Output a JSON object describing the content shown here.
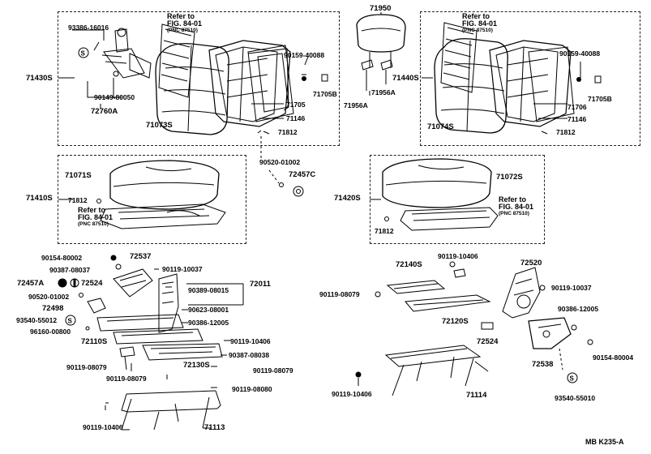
{
  "labels": {
    "p93386_16016": "93386-16016",
    "p71430S": "71430S",
    "p90149_80050": "90149-80050",
    "p72760A": "72760A",
    "p71073S": "71073S",
    "p90159_40088_l": "90159-40088",
    "p71705B_l": "71705B",
    "p71705_l": "71705",
    "p71146_l": "71146",
    "p71812_l": "71812",
    "p71950": "71950",
    "p71956A_a": "71956A",
    "p71956A_b": "71956A",
    "p71440S": "71440S",
    "p71074S": "71074S",
    "p90159_40088_r": "90159-40088",
    "p71705B_r": "71705B",
    "p71706_r": "71706",
    "p71146_r": "71146",
    "p71812_r": "71812",
    "p90520_01002_a": "90520-01002",
    "p72457C": "72457C",
    "p71071S": "71071S",
    "p71410S": "71410S",
    "p71812_m": "71812",
    "p71072S": "71072S",
    "p71420S": "71420S",
    "p71812_rm": "71812",
    "p90154_80002": "90154-80002",
    "p72537": "72537",
    "p90387_08037": "90387-08037",
    "p90119_10037_l": "90119-10037",
    "p72457A": "72457A",
    "p72524_l": "72524",
    "p72011": "72011",
    "p90389_08015": "90389-08015",
    "p90520_01002_b": "90520-01002",
    "p72498": "72498",
    "p90623_08001": "90623-08001",
    "p93540_55012": "93540-55012",
    "p90386_12005_l": "90386-12005",
    "p96160_00800": "96160-00800",
    "p72110S": "72110S",
    "p90119_10406_l1": "90119-10406",
    "p90387_08038": "90387-08038",
    "p90119_08079_l1": "90119-08079",
    "p72130S": "72130S",
    "p90119_08079_l2": "90119-08079",
    "p90119_08079_l3": "90119-08079",
    "p90119_08080": "90119-08080",
    "p90119_10406_l2": "90119-10406",
    "p71113": "71113",
    "p90119_10406_r1": "90119-10406",
    "p72140S": "72140S",
    "p72520": "72520",
    "p90119_08079_r": "90119-08079",
    "p90119_10037_r": "90119-10037",
    "p72120S": "72120S",
    "p90386_12005_r": "90386-12005",
    "p72524_r": "72524",
    "p90154_80004": "90154-80004",
    "p72538": "72538",
    "p90119_10406_r2": "90119-10406",
    "p71114": "71114",
    "p93540_55010": "93540-55010"
  },
  "references": [
    {
      "line1": "Refer to",
      "line2": "FIG. 84-01",
      "pnc": "(PNC 87510)"
    },
    {
      "line1": "Refer to",
      "line2": "FIG. 84-01",
      "pnc": "(PNC 87510)"
    },
    {
      "line1": "Refer to",
      "line2": "FIG. 84-01",
      "pnc": "(PNC 87510)"
    },
    {
      "line1": "Refer to",
      "line2": "FIG. 84-01",
      "pnc": "(PNC 87510)"
    }
  ],
  "footer": "MB  K235-A"
}
